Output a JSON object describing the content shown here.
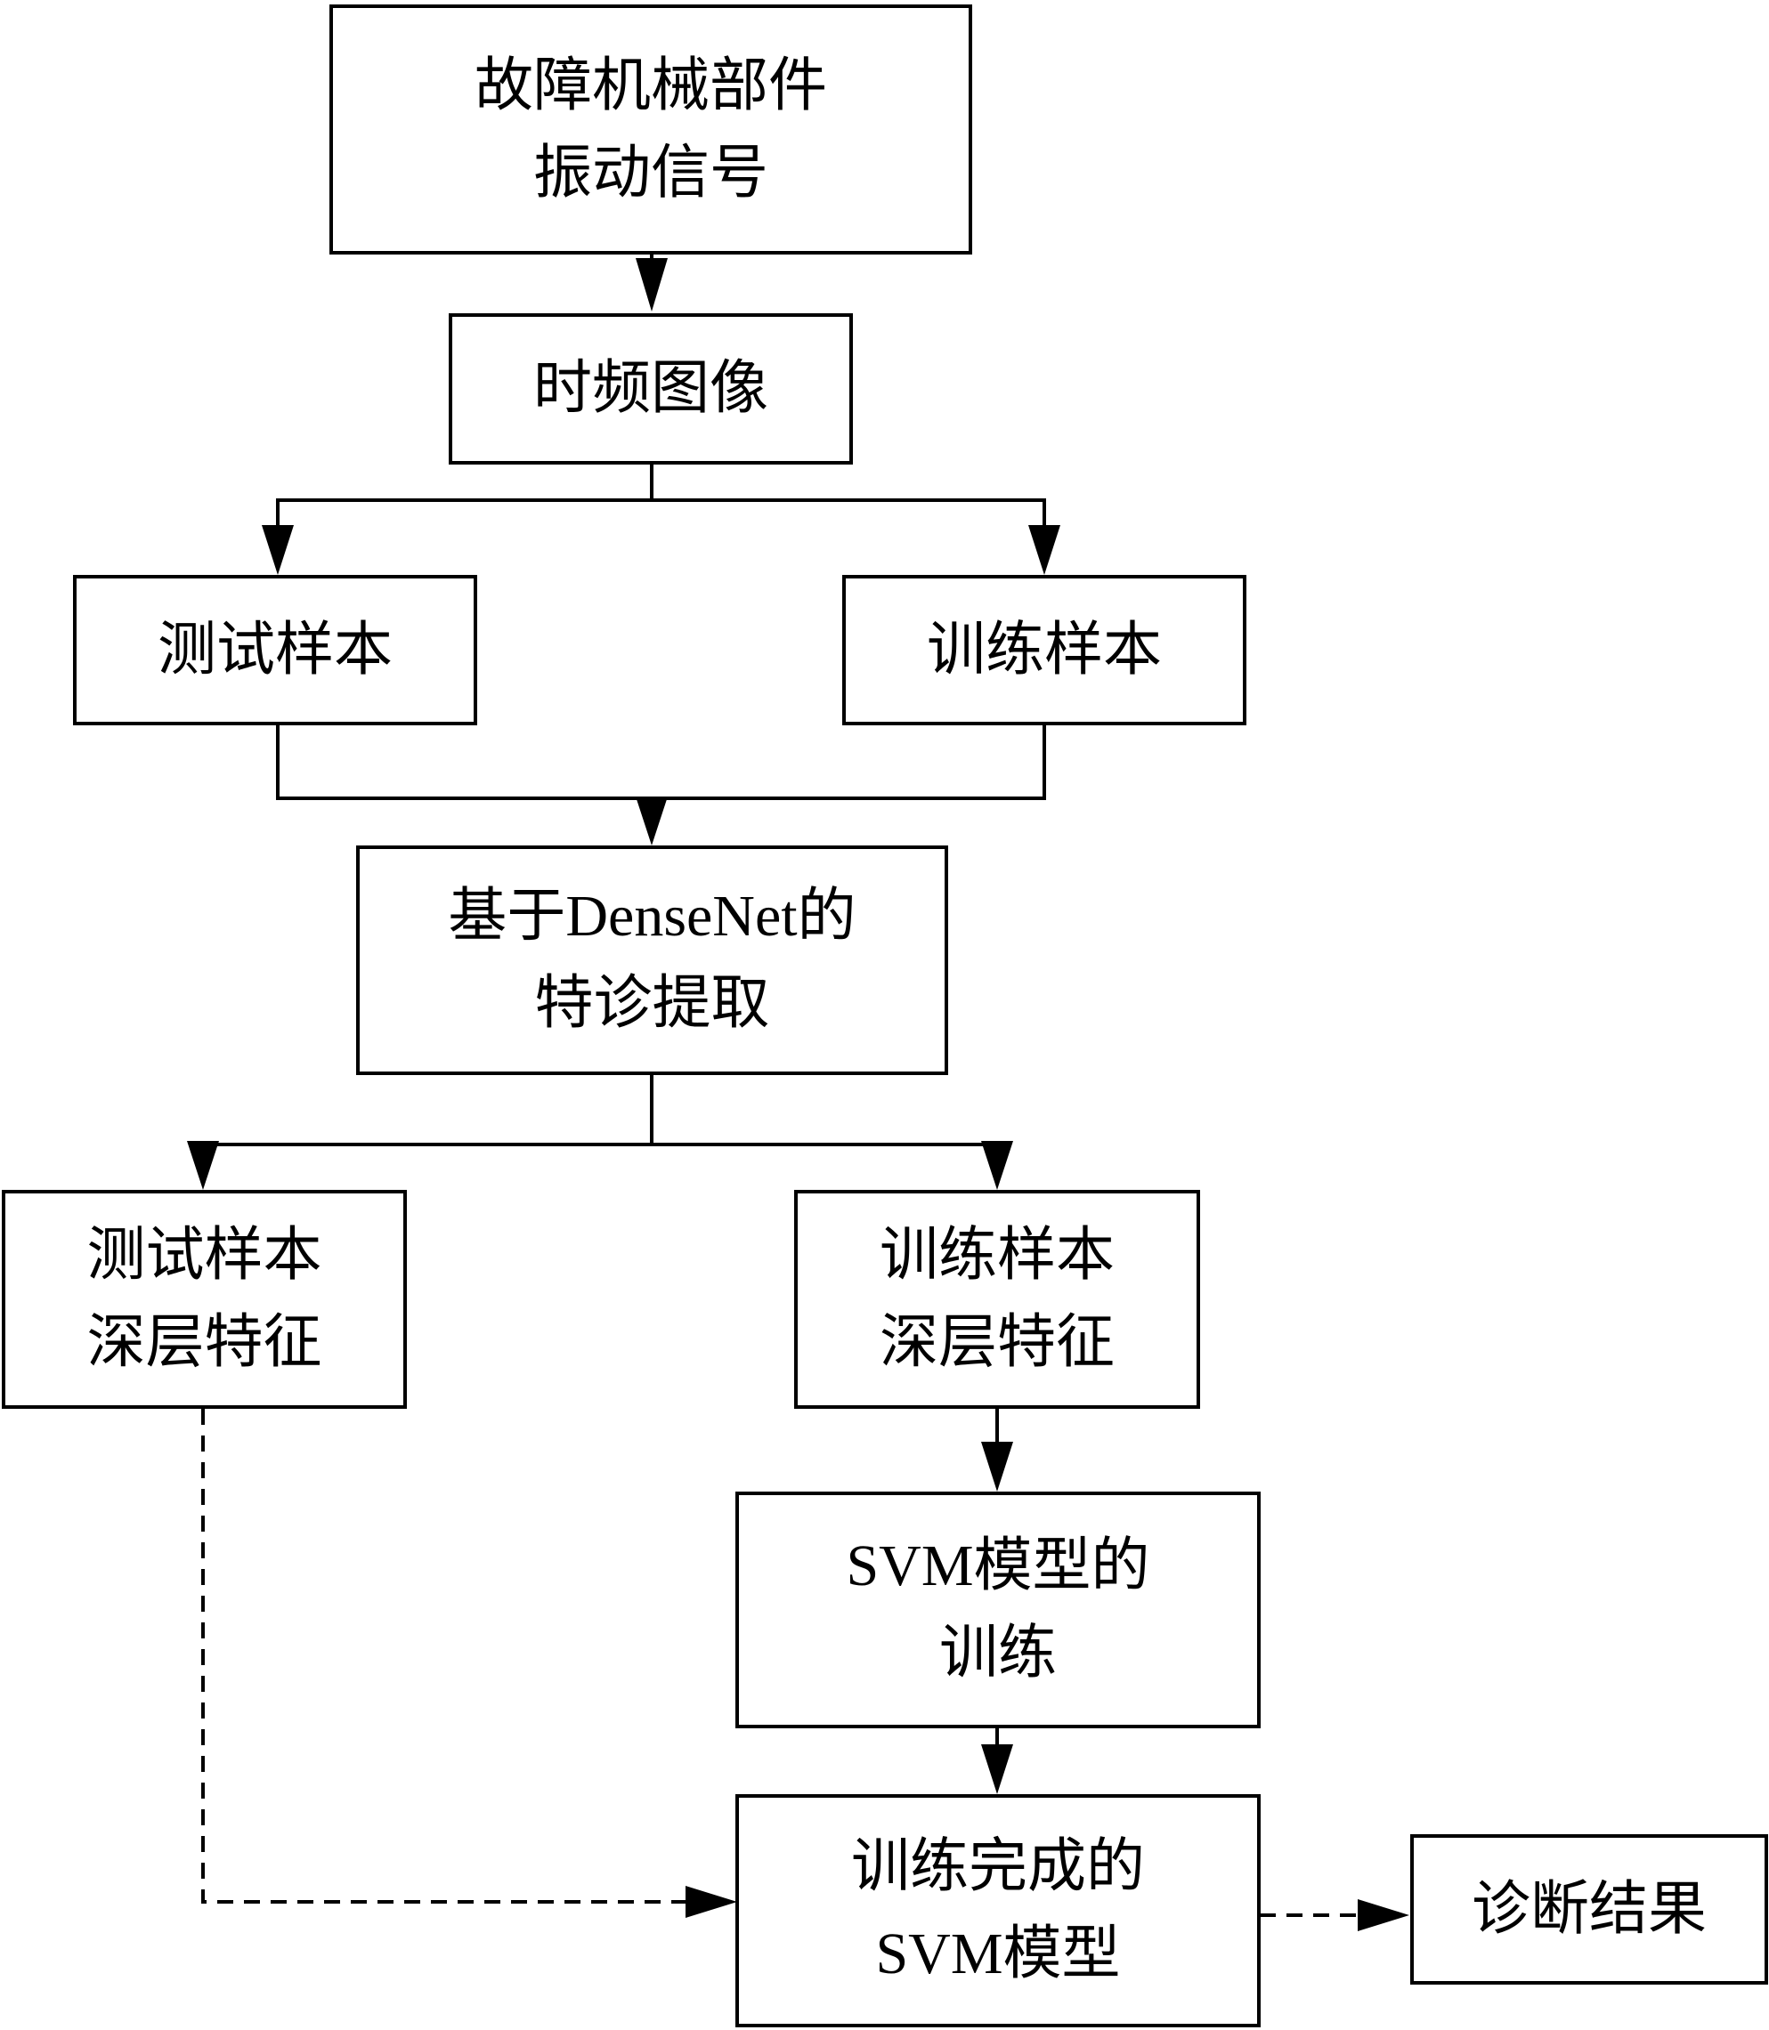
{
  "diagram": {
    "type": "flowchart",
    "nodes": {
      "signal": {
        "lines": [
          "故障机械部件",
          "振动信号"
        ]
      },
      "tf_image": {
        "lines": [
          "时频图像"
        ]
      },
      "test_sample": {
        "lines": [
          "测试样本"
        ]
      },
      "train_sample": {
        "lines": [
          "训练样本"
        ]
      },
      "densenet": {
        "lines": [
          "基于DenseNet的",
          "特诊提取"
        ]
      },
      "test_deep": {
        "lines": [
          "测试样本",
          "深层特征"
        ]
      },
      "train_deep": {
        "lines": [
          "训练样本",
          "深层特征"
        ]
      },
      "svm_train": {
        "lines": [
          "SVM模型的",
          "训练"
        ]
      },
      "svm_done": {
        "lines": [
          "训练完成的",
          "SVM模型"
        ]
      },
      "result": {
        "lines": [
          "诊断结果"
        ]
      }
    },
    "edges": [
      {
        "from": "signal",
        "to": "tf_image",
        "style": "solid"
      },
      {
        "from": "tf_image",
        "to": "test_sample",
        "style": "solid"
      },
      {
        "from": "tf_image",
        "to": "train_sample",
        "style": "solid"
      },
      {
        "from": "test_sample",
        "to": "densenet",
        "style": "solid"
      },
      {
        "from": "train_sample",
        "to": "densenet",
        "style": "solid"
      },
      {
        "from": "densenet",
        "to": "test_deep",
        "style": "solid"
      },
      {
        "from": "densenet",
        "to": "train_deep",
        "style": "solid"
      },
      {
        "from": "train_deep",
        "to": "svm_train",
        "style": "solid"
      },
      {
        "from": "svm_train",
        "to": "svm_done",
        "style": "solid"
      },
      {
        "from": "test_deep",
        "to": "svm_done",
        "style": "dashed"
      },
      {
        "from": "svm_done",
        "to": "result",
        "style": "dashed"
      }
    ]
  }
}
